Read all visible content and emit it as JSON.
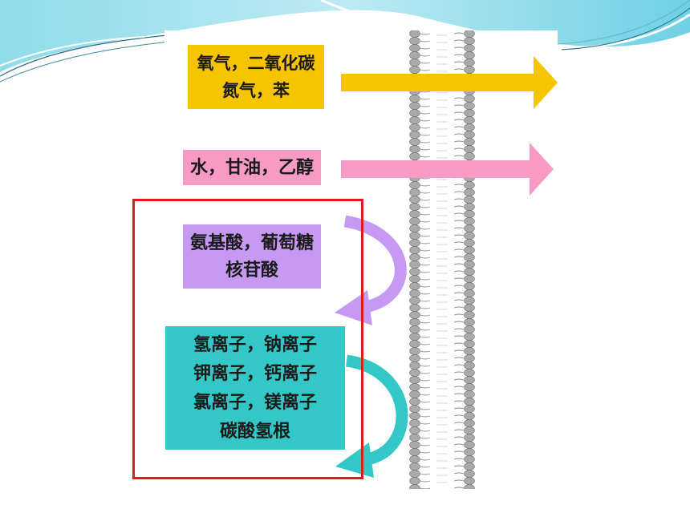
{
  "groups": {
    "gases": [
      "氧气，二氧化碳",
      "氮气，苯"
    ],
    "small_polar": [
      "水，甘油，乙醇"
    ],
    "organic_molecules": [
      "氨基酸，葡萄糖",
      "核苷酸"
    ],
    "ions": [
      "氢离子，钠离子",
      "钾离子，钙离子",
      "氯离子，镁离子",
      "碳酸氢根"
    ]
  },
  "colors": {
    "gases": "#f6c400",
    "small_polar": "#f79bc6",
    "organic_molecules": "#c69af2",
    "ions": "#33c7c7",
    "highlight": "#e21a1a",
    "membrane": "#a8aaa8"
  }
}
